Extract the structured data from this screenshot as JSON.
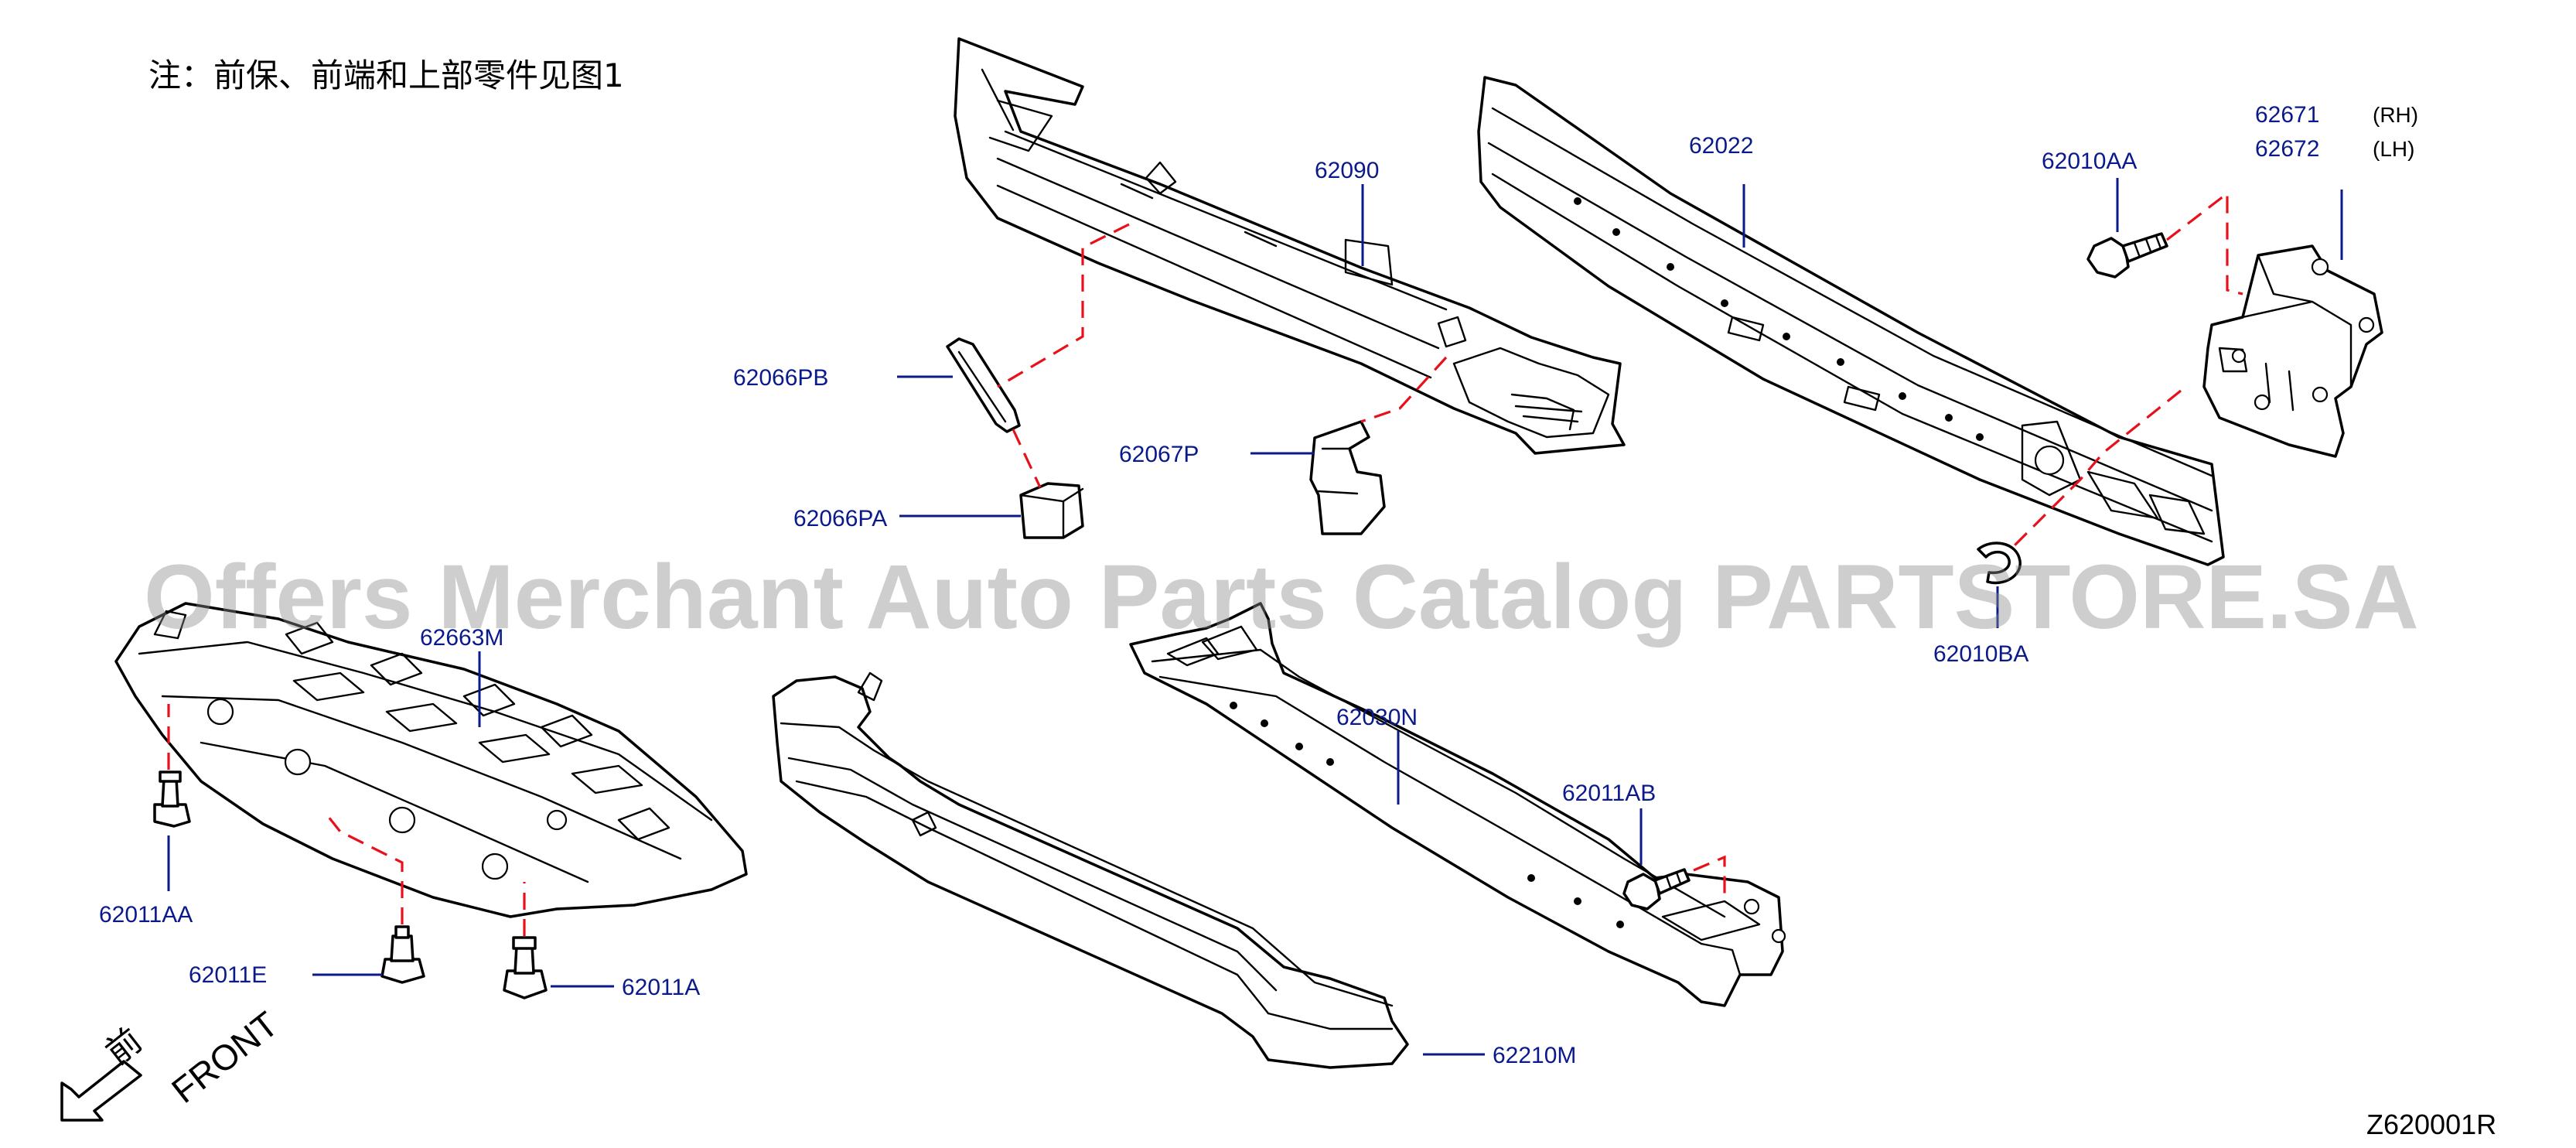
{
  "note": "注：前保、前端和上部零件见图1",
  "watermark": "Offers Merchant Auto Parts Catalog PARTSTORE.SA",
  "diagram_code": "Z620001R",
  "front_label": "FRONT",
  "front_label_cn": "前",
  "parts": {
    "p62090": "62090",
    "p62022": "62022",
    "p62010AA": "62010AA",
    "p62671": "62671",
    "p62672": "62672",
    "p62066PB": "62066PB",
    "p62067P": "62067P",
    "p62066PA": "62066PA",
    "p62663M": "62663M",
    "p62010BA": "62010BA",
    "p62030N": "62030N",
    "p62011AB": "62011AB",
    "p62011AA": "62011AA",
    "p62011E": "62011E",
    "p62011A": "62011A",
    "p62210M": "62210M"
  },
  "side_rh": "(RH)",
  "side_lh": "(LH)",
  "colors": {
    "label": "#0a1a8a",
    "dash": "#e8101a",
    "line": "#000000"
  }
}
